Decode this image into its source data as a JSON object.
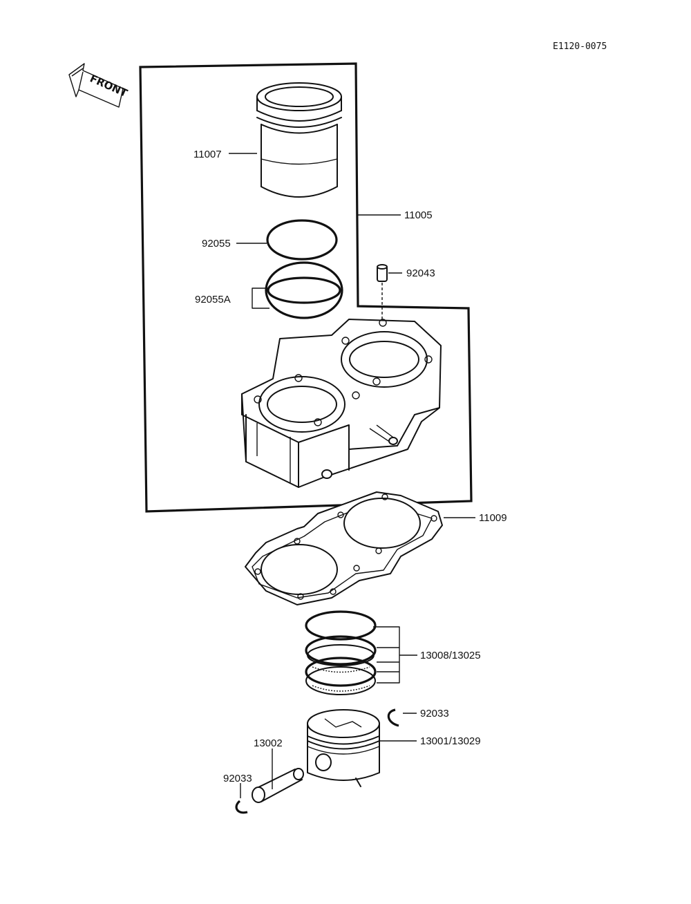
{
  "figure_code": "E1120-0075",
  "front_label": "FRONT",
  "parts": [
    {
      "id": "p11007",
      "number": "11007",
      "part": "cylinder liner"
    },
    {
      "id": "p11005",
      "number": "11005",
      "part": "cylinder block assembly"
    },
    {
      "id": "p92055",
      "number": "92055",
      "part": "o-ring"
    },
    {
      "id": "p92055a",
      "number": "92055A",
      "part": "o-ring set"
    },
    {
      "id": "p92043",
      "number": "92043",
      "part": "dowel pin"
    },
    {
      "id": "p11009",
      "number": "11009",
      "part": "cylinder base gasket"
    },
    {
      "id": "p13008",
      "number": "13008/13025",
      "part": "piston ring set"
    },
    {
      "id": "p92033a",
      "number": "92033",
      "part": "circlip"
    },
    {
      "id": "p13001",
      "number": "13001/13029",
      "part": "piston"
    },
    {
      "id": "p13002",
      "number": "13002",
      "part": "piston pin"
    },
    {
      "id": "p92033b",
      "number": "92033",
      "part": "circlip"
    }
  ],
  "colors": {
    "ink": "#111111",
    "paper": "#ffffff"
  }
}
